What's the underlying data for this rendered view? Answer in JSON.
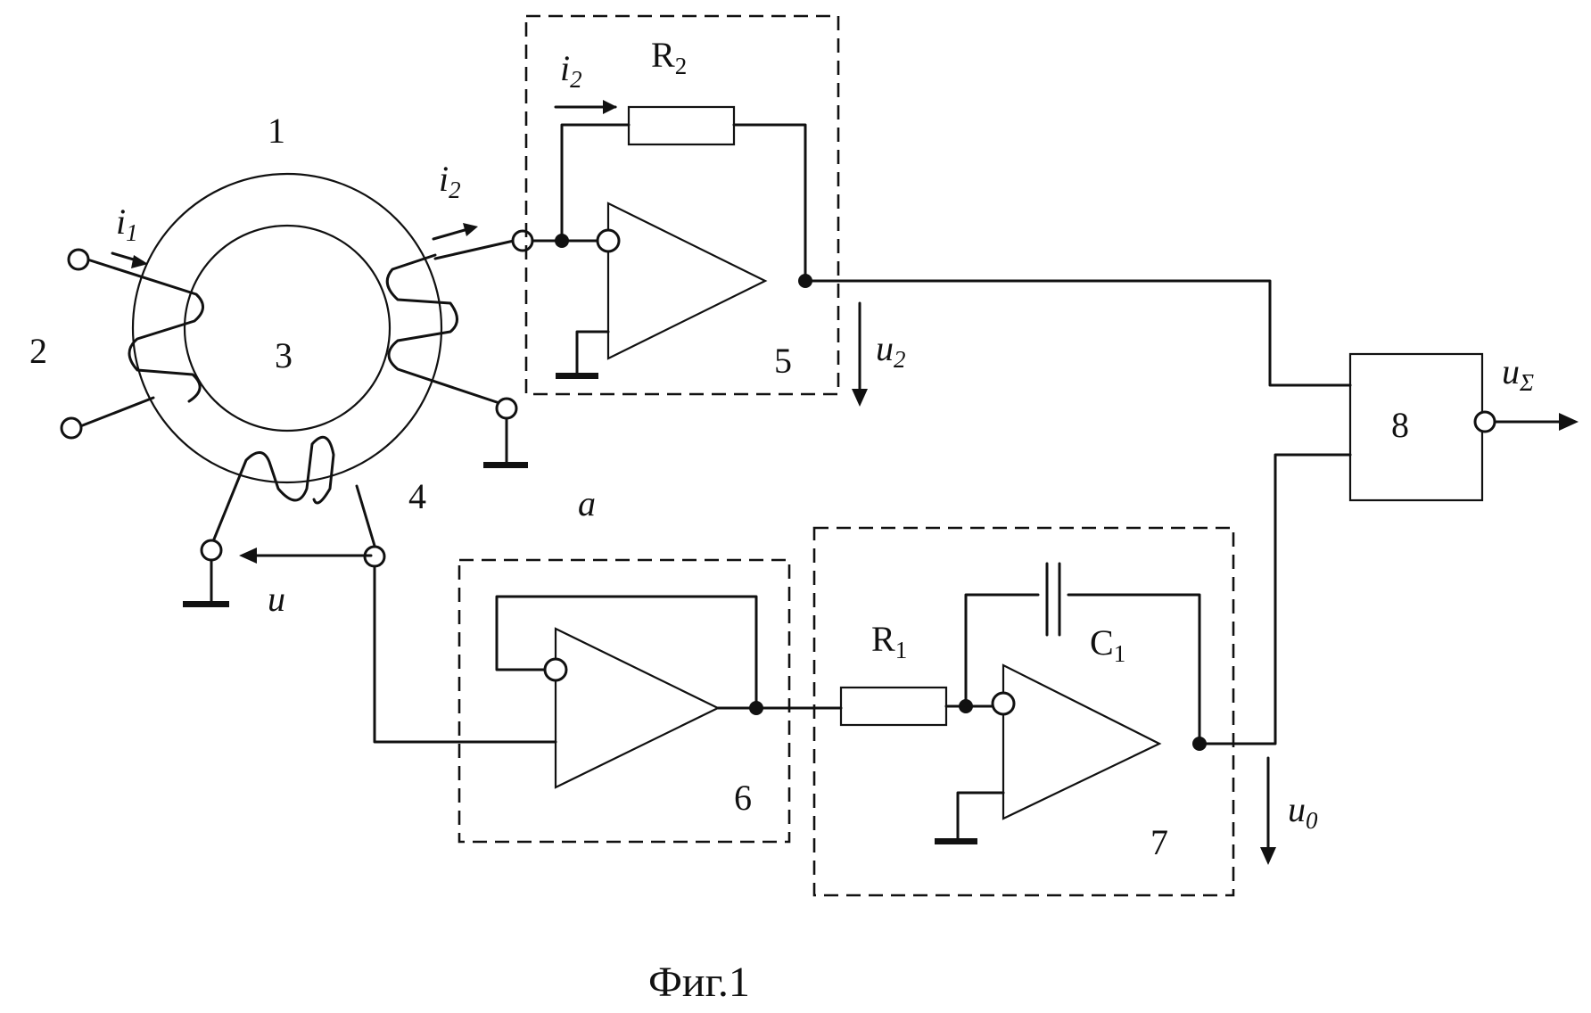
{
  "caption": "Фиг.1",
  "component_numbers": {
    "n1": "1",
    "n2": "2",
    "n3": "3",
    "n4": "4",
    "n5": "5",
    "n6": "6",
    "n7": "7",
    "n8": "8"
  },
  "letters": {
    "a": "a"
  },
  "components": {
    "R2": {
      "sym": "R",
      "sub": "2"
    },
    "R1": {
      "sym": "R",
      "sub": "1"
    },
    "C1": {
      "sym": "C",
      "sub": "1"
    }
  },
  "signals": {
    "i1": {
      "sym": "i",
      "sub": "1"
    },
    "i2_top": {
      "sym": "i",
      "sub": "2"
    },
    "i2_ring": {
      "sym": "i",
      "sub": "2"
    },
    "u": {
      "sym": "u"
    },
    "u2": {
      "sym": "u",
      "sub": "2"
    },
    "u0": {
      "sym": "u",
      "sub": "0"
    },
    "usum": {
      "sym": "u",
      "sub": "Σ"
    }
  }
}
